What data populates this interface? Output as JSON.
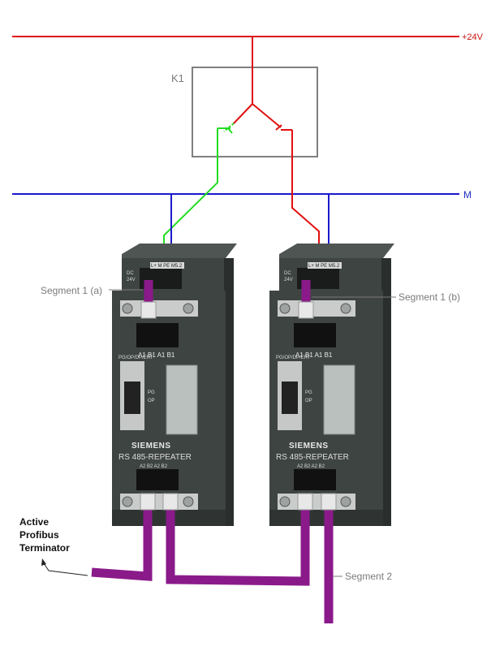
{
  "power": {
    "plus_label": "+24V",
    "minus_label": "M"
  },
  "relay": {
    "label": "K1"
  },
  "segments": {
    "seg1a": "Segment 1 (a)",
    "seg1b": "Segment 1 (b)",
    "seg2": "Segment 2"
  },
  "terminator": {
    "line1": "Active",
    "line2": "Profibus",
    "line3": "Terminator"
  },
  "repeater": {
    "brand": "SIEMENS",
    "model": "RS 485-REPEATER",
    "dc_label": "DC",
    "v_label": "24V",
    "top_terms": "L+  M  PE  M5.2",
    "top_ports": "A1  B1  A1  B1",
    "bottom_ports": "A2  B2  A2  B2",
    "pg_label": "PG",
    "op_label": "OP",
    "ports_label": "PG/OP/DP/ERT"
  },
  "colors": {
    "plus_line": "#e01010",
    "minus_line": "#1a1acc",
    "switch_left": "#22dd22",
    "switch_right": "#e01010",
    "cable": "#8a1a8a",
    "device_body": "#3e4442"
  }
}
